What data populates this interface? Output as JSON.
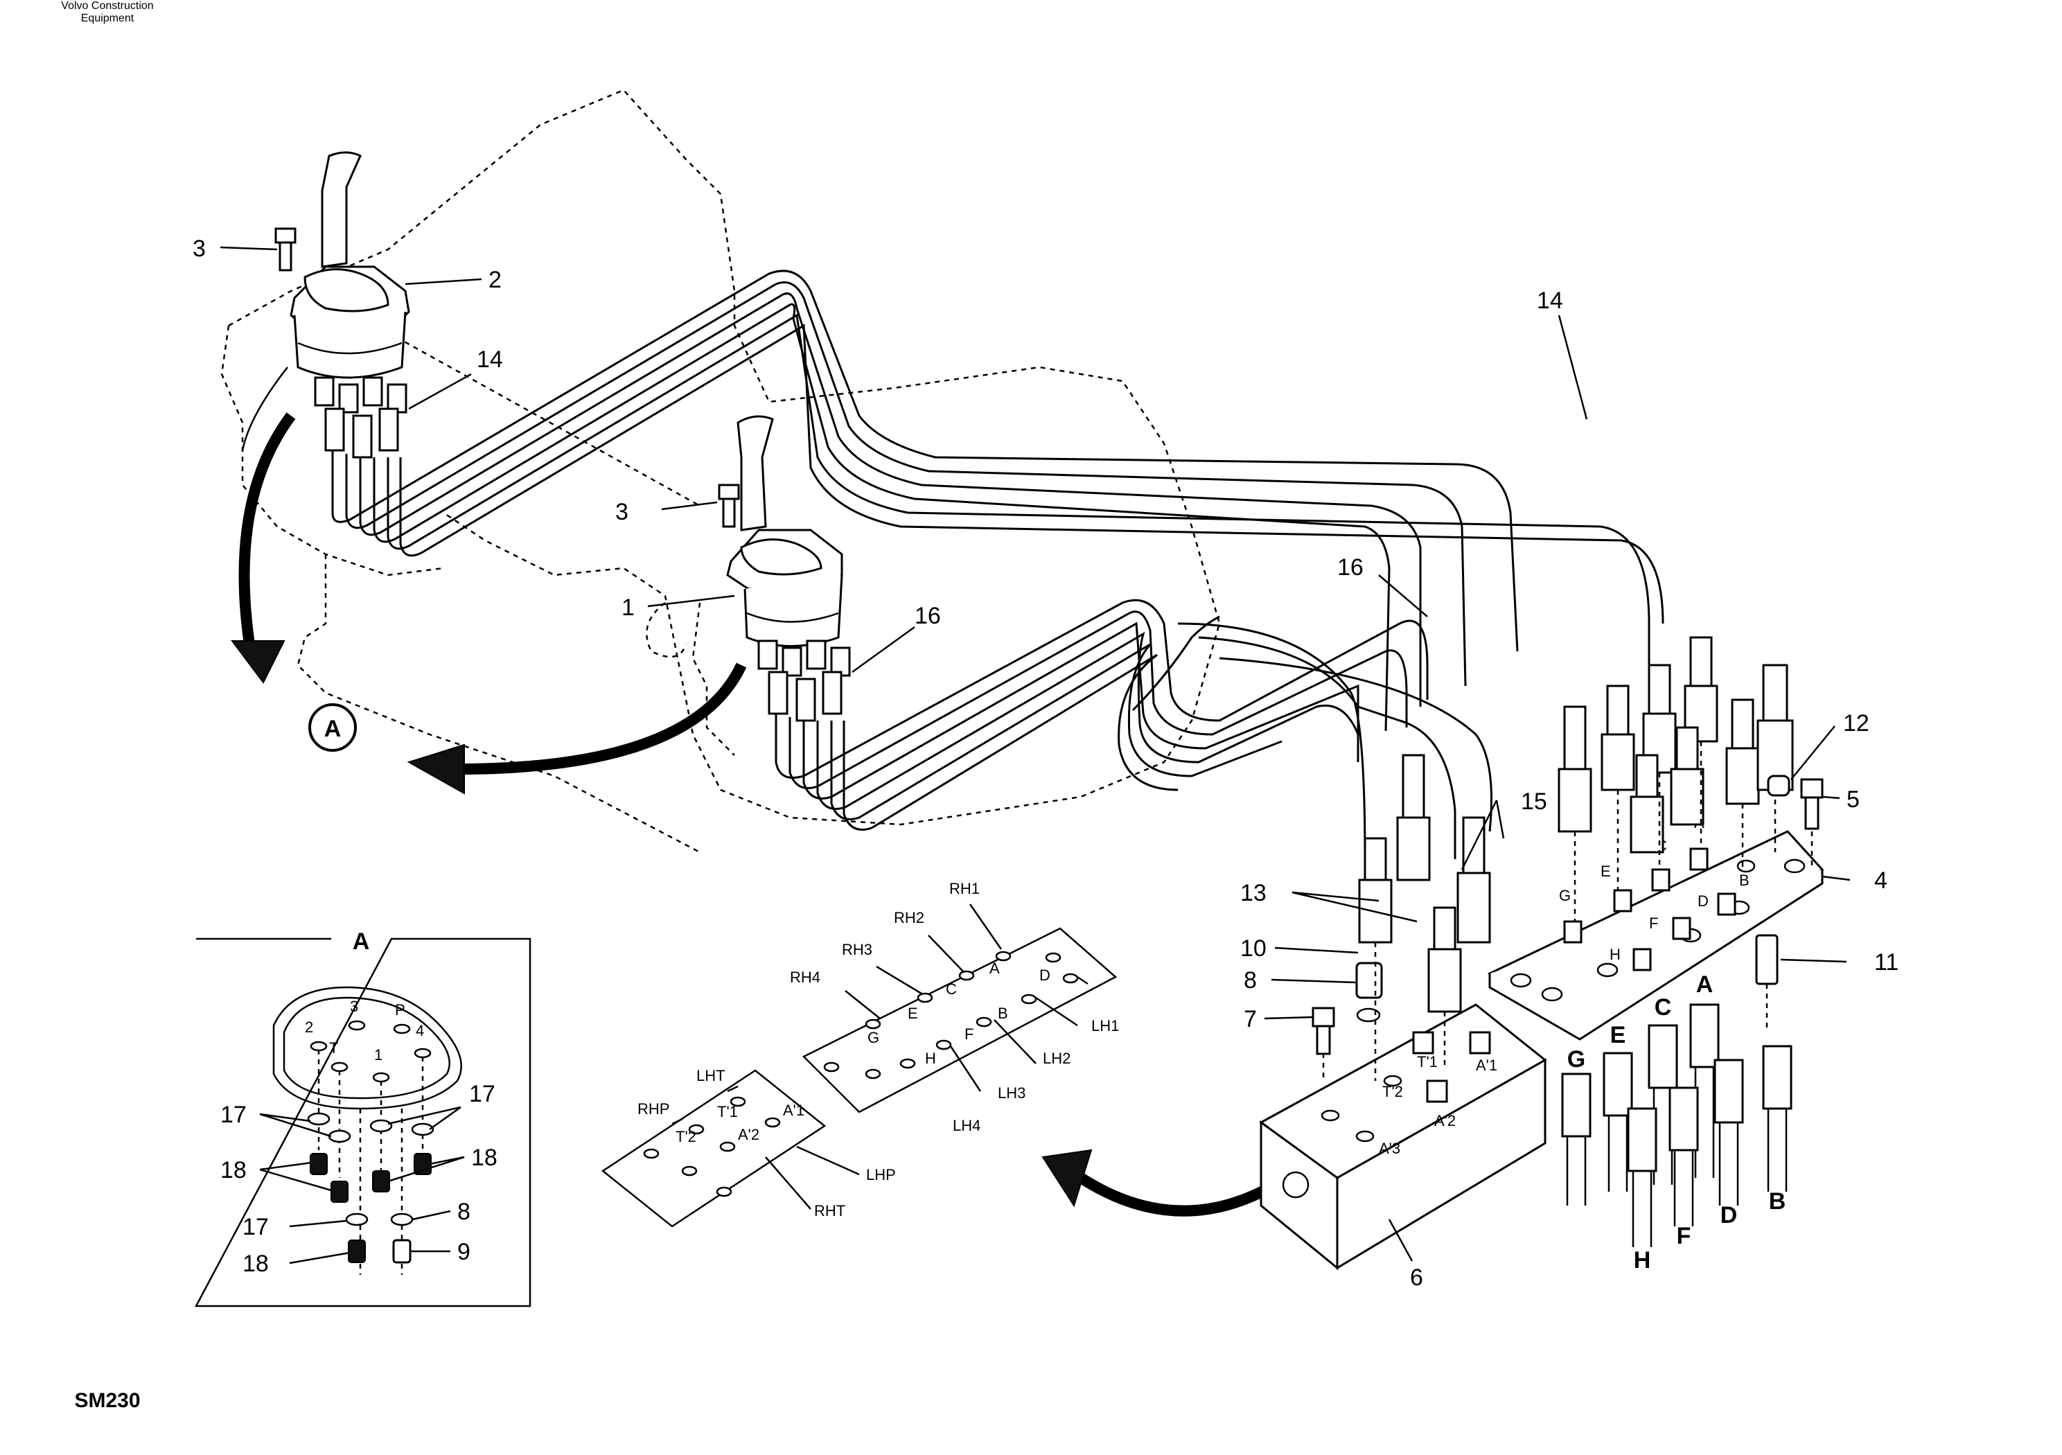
{
  "callouts": {
    "c1": "1",
    "c2": "2",
    "c3a": "3",
    "c3b": "3",
    "c4": "4",
    "c5": "5",
    "c6": "6",
    "c7": "7",
    "c8": "8",
    "c10": "10",
    "c11": "11",
    "c12": "12",
    "c13": "13",
    "c14a": "14",
    "c14b": "14",
    "c15": "15",
    "c16a": "16",
    "c16b": "16"
  },
  "view_marker": "A",
  "detail_a": {
    "title": "A",
    "pins": {
      "p2": "2",
      "p3": "3",
      "pP": "P",
      "p4": "4",
      "pT": "T",
      "p1": "1"
    },
    "labels": {
      "l17a": "17",
      "l17b": "17",
      "l17c": "17",
      "l18a": "18",
      "l18b": "18",
      "l18c": "18",
      "l8": "8",
      "l9": "9"
    }
  },
  "valve_ports": {
    "A": "A",
    "B": "B",
    "C": "C",
    "D": "D",
    "E": "E",
    "F": "F",
    "G": "G",
    "H": "H"
  },
  "hose_ends": {
    "G": "G",
    "E": "E",
    "C": "C",
    "A": "A",
    "H": "H",
    "F": "F",
    "D": "D",
    "B": "B"
  },
  "block_ports": {
    "t1": "T'1",
    "t2": "T'2",
    "a1": "A'1",
    "a2": "A'2",
    "a3": "A'3"
  },
  "plate_right": {
    "rh1": "RH1",
    "rh2": "RH2",
    "rh3": "RH3",
    "rh4": "RH4",
    "lh1": "LH1",
    "lh2": "LH2",
    "lh3": "LH3",
    "lh4": "LH4",
    "A": "A",
    "B": "B",
    "C": "C",
    "D": "D",
    "E": "E",
    "F": "F",
    "G": "G",
    "H": "H"
  },
  "plate_left": {
    "lht": "LHT",
    "rhp": "RHP",
    "lhp": "LHP",
    "rht": "RHT",
    "t1": "T'1",
    "t2": "T'2",
    "a1": "A'1",
    "a2": "A'2"
  },
  "footer": {
    "brand_line1": "Volvo Construction",
    "brand_line2": "Equipment",
    "code": "SM230"
  }
}
